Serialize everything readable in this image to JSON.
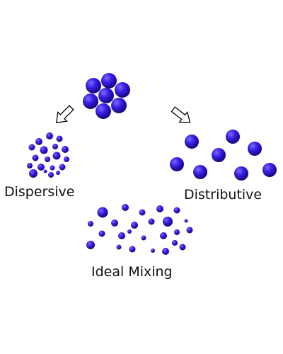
{
  "labels": {
    "dispersive": "Dispersive",
    "distributive": "Distributive",
    "ideal_mixing": "Ideal Mixing"
  },
  "colors": {
    "particle_light": "#7a6cff",
    "particle_mid": "#3a1ee8",
    "particle_dark": "#14066e",
    "arrow_stroke": "#000000",
    "arrow_fill": "#ffffff",
    "text": "#111111"
  },
  "icons": {
    "arrow_left": "hollow-arrow-down-left",
    "arrow_right": "hollow-arrow-down-right"
  }
}
